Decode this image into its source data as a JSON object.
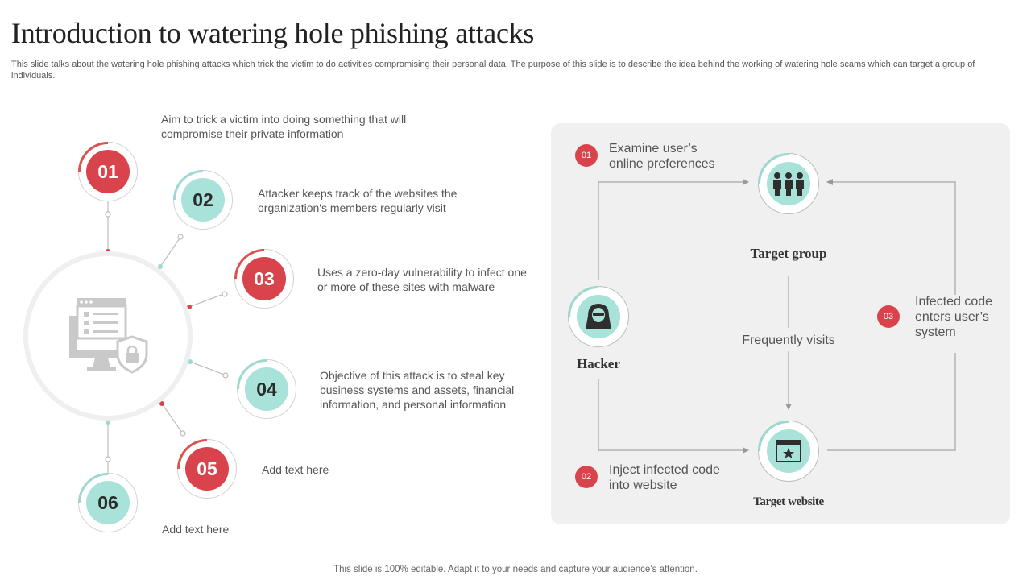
{
  "header": {
    "title": "Introduction to watering hole phishing attacks",
    "subtitle": "This slide talks about the watering hole phishing attacks which trick the victim to do activities compromising their personal data. The purpose of this slide is to describe the idea behind the working of watering hole scams which can target a group of individuals."
  },
  "hub": {
    "icon": "computer-checklist-lock-icon"
  },
  "steps": [
    {
      "number": "01",
      "text": "Aim to trick a victim into doing something that will compromise their private information",
      "color": "#d9434b"
    },
    {
      "number": "02",
      "text": "Attacker keeps track of the websites the organization's members regularly visit",
      "color": "#a8e2d8"
    },
    {
      "number": "03",
      "text": "Uses a zero-day vulnerability to infect one or more of these sites with malware",
      "color": "#d9434b"
    },
    {
      "number": "04",
      "text": "Objective of this attack is to steal key business systems and assets, financial information, and personal information",
      "color": "#a8e2d8"
    },
    {
      "number": "05",
      "text": "Add text here",
      "color": "#d9434b"
    },
    {
      "number": "06",
      "text": "Add text here",
      "color": "#a8e2d8"
    }
  ],
  "flow": {
    "nodes": {
      "target_group": {
        "label": "Target group",
        "icon": "group-of-people-icon"
      },
      "hacker": {
        "label": "Hacker",
        "icon": "hooded-hacker-icon"
      },
      "target_website": {
        "label": "Target website",
        "icon": "browser-star-icon"
      }
    },
    "steps": [
      {
        "badge": "01",
        "text": "Examine user’s online preferences"
      },
      {
        "badge": "02",
        "text": "Inject  infected code into website"
      },
      {
        "badge": "03",
        "text": "Infected code enters user’s system"
      }
    ],
    "middle_label": "Frequently visits"
  },
  "footer": {
    "text": "This slide is 100% editable. Adapt it to your needs and capture your audience’s attention."
  },
  "colors": {
    "red": "#d9434b",
    "teal": "#a8e2d8",
    "panel": "#f0f0f0"
  }
}
